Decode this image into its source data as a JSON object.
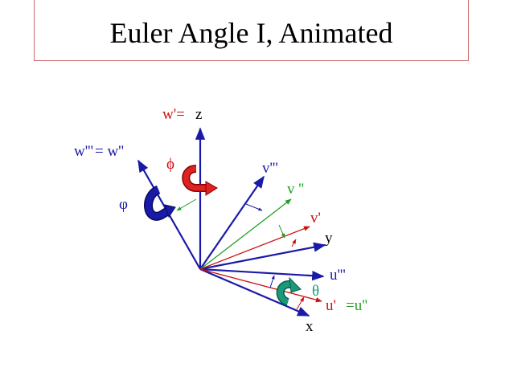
{
  "title": "Euler Angle I, Animated",
  "colors": {
    "frame_border": "#c96a6a",
    "axis_blue": "#1a1aa8",
    "red": "#cc1111",
    "green": "#22a022",
    "teal": "#1a9a7a",
    "text_black": "#000000"
  },
  "labels": {
    "w_prime_eq": "w'=",
    "z": "z",
    "w_triple": "w'''",
    "eq_w_double": "= w''",
    "phi_upper": "ϕ",
    "phi_lower": "φ",
    "v_triple": "v'''",
    "v_double": "v ''",
    "v_prime": "v'",
    "y": "y",
    "u_triple": "u'''",
    "theta": "θ",
    "u_prime": "u'",
    "eq_u_double": "=u''",
    "x": "x"
  },
  "icons": {
    "phi_rotation": "curved-rotation-arrow-red",
    "phi_lower_rotation": "curved-rotation-arrow-blue",
    "theta_rotation": "curved-rotation-arrow-teal"
  }
}
